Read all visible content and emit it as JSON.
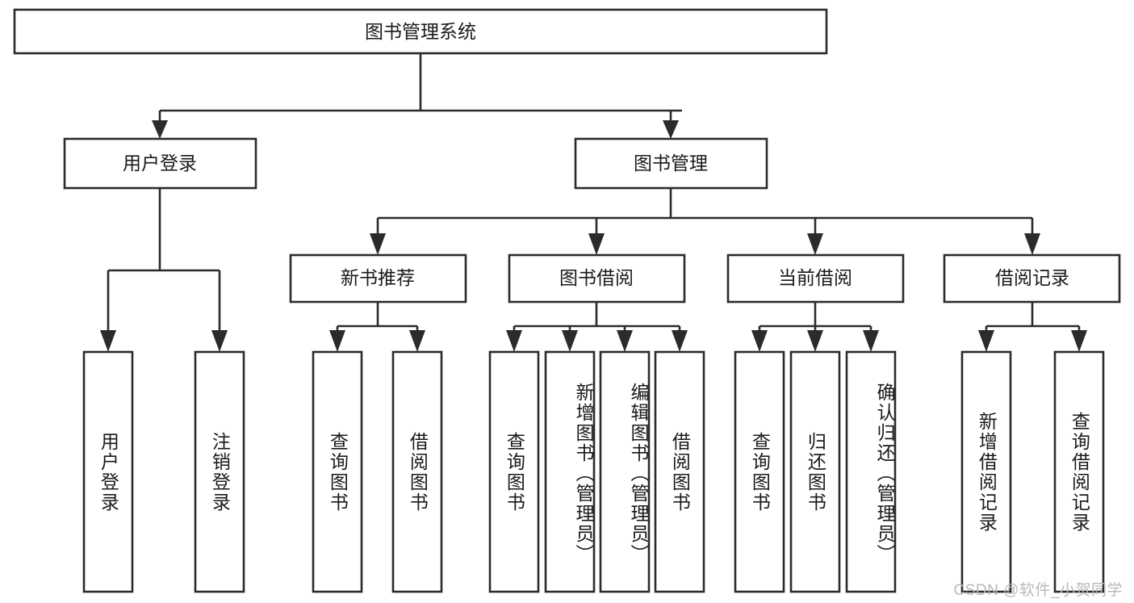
{
  "diagram": {
    "type": "tree-hierarchy",
    "title_node": {
      "label": "图书管理系统"
    },
    "level1": [
      {
        "label": "用户登录"
      },
      {
        "label": "图书管理"
      }
    ],
    "level2": [
      {
        "label": "新书推荐",
        "parent": "图书管理"
      },
      {
        "label": "图书借阅",
        "parent": "图书管理"
      },
      {
        "label": "当前借阅",
        "parent": "图书管理"
      },
      {
        "label": "借阅记录",
        "parent": "图书管理"
      }
    ],
    "leaves": [
      {
        "label": "用户登录",
        "parent": "用户登录"
      },
      {
        "label": "注销登录",
        "parent": "用户登录"
      },
      {
        "label": "查询图书",
        "parent": "新书推荐"
      },
      {
        "label": "借阅图书",
        "parent": "新书推荐"
      },
      {
        "label": "查询图书",
        "parent": "图书借阅"
      },
      {
        "label": "新增图书（管理员）",
        "parent": "图书借阅"
      },
      {
        "label": "编辑图书（管理员）",
        "parent": "图书借阅"
      },
      {
        "label": "借阅图书",
        "parent": "图书借阅"
      },
      {
        "label": "查询图书",
        "parent": "当前借阅"
      },
      {
        "label": "归还图书",
        "parent": "当前借阅"
      },
      {
        "label": "确认归还（管理员）",
        "parent": "当前借阅"
      },
      {
        "label": "新增借阅记录",
        "parent": "借阅记录"
      },
      {
        "label": "查询借阅记录",
        "parent": "借阅记录"
      }
    ],
    "watermark": "CSDN @软件_小贺同学",
    "colors": {
      "stroke": "#2b2b2b",
      "fill": "#ffffff",
      "text": "#1a1a1a",
      "watermark": "#b9b9b9"
    }
  }
}
